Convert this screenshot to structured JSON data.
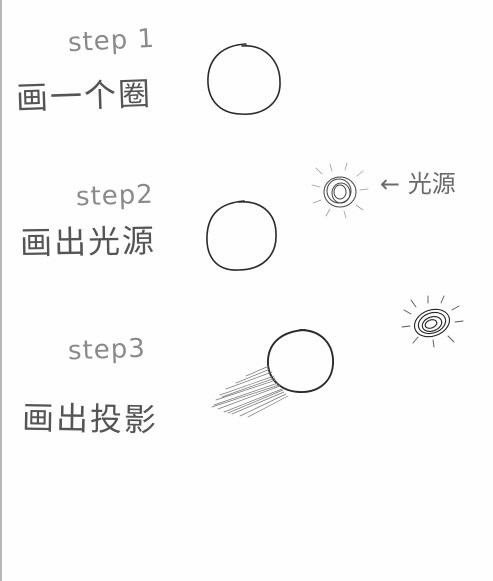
{
  "steps": [
    {
      "label": "step 1",
      "note": "画一个圈"
    },
    {
      "label": "step2",
      "note": "画出光源"
    },
    {
      "label": "step3",
      "note": "画出投影"
    }
  ],
  "light_source_label": "← 光源",
  "colors": {
    "ink": "#2a2a2a",
    "pencil": "#777777",
    "paper": "#fefefe",
    "page_edge": "#b8b8b8"
  }
}
